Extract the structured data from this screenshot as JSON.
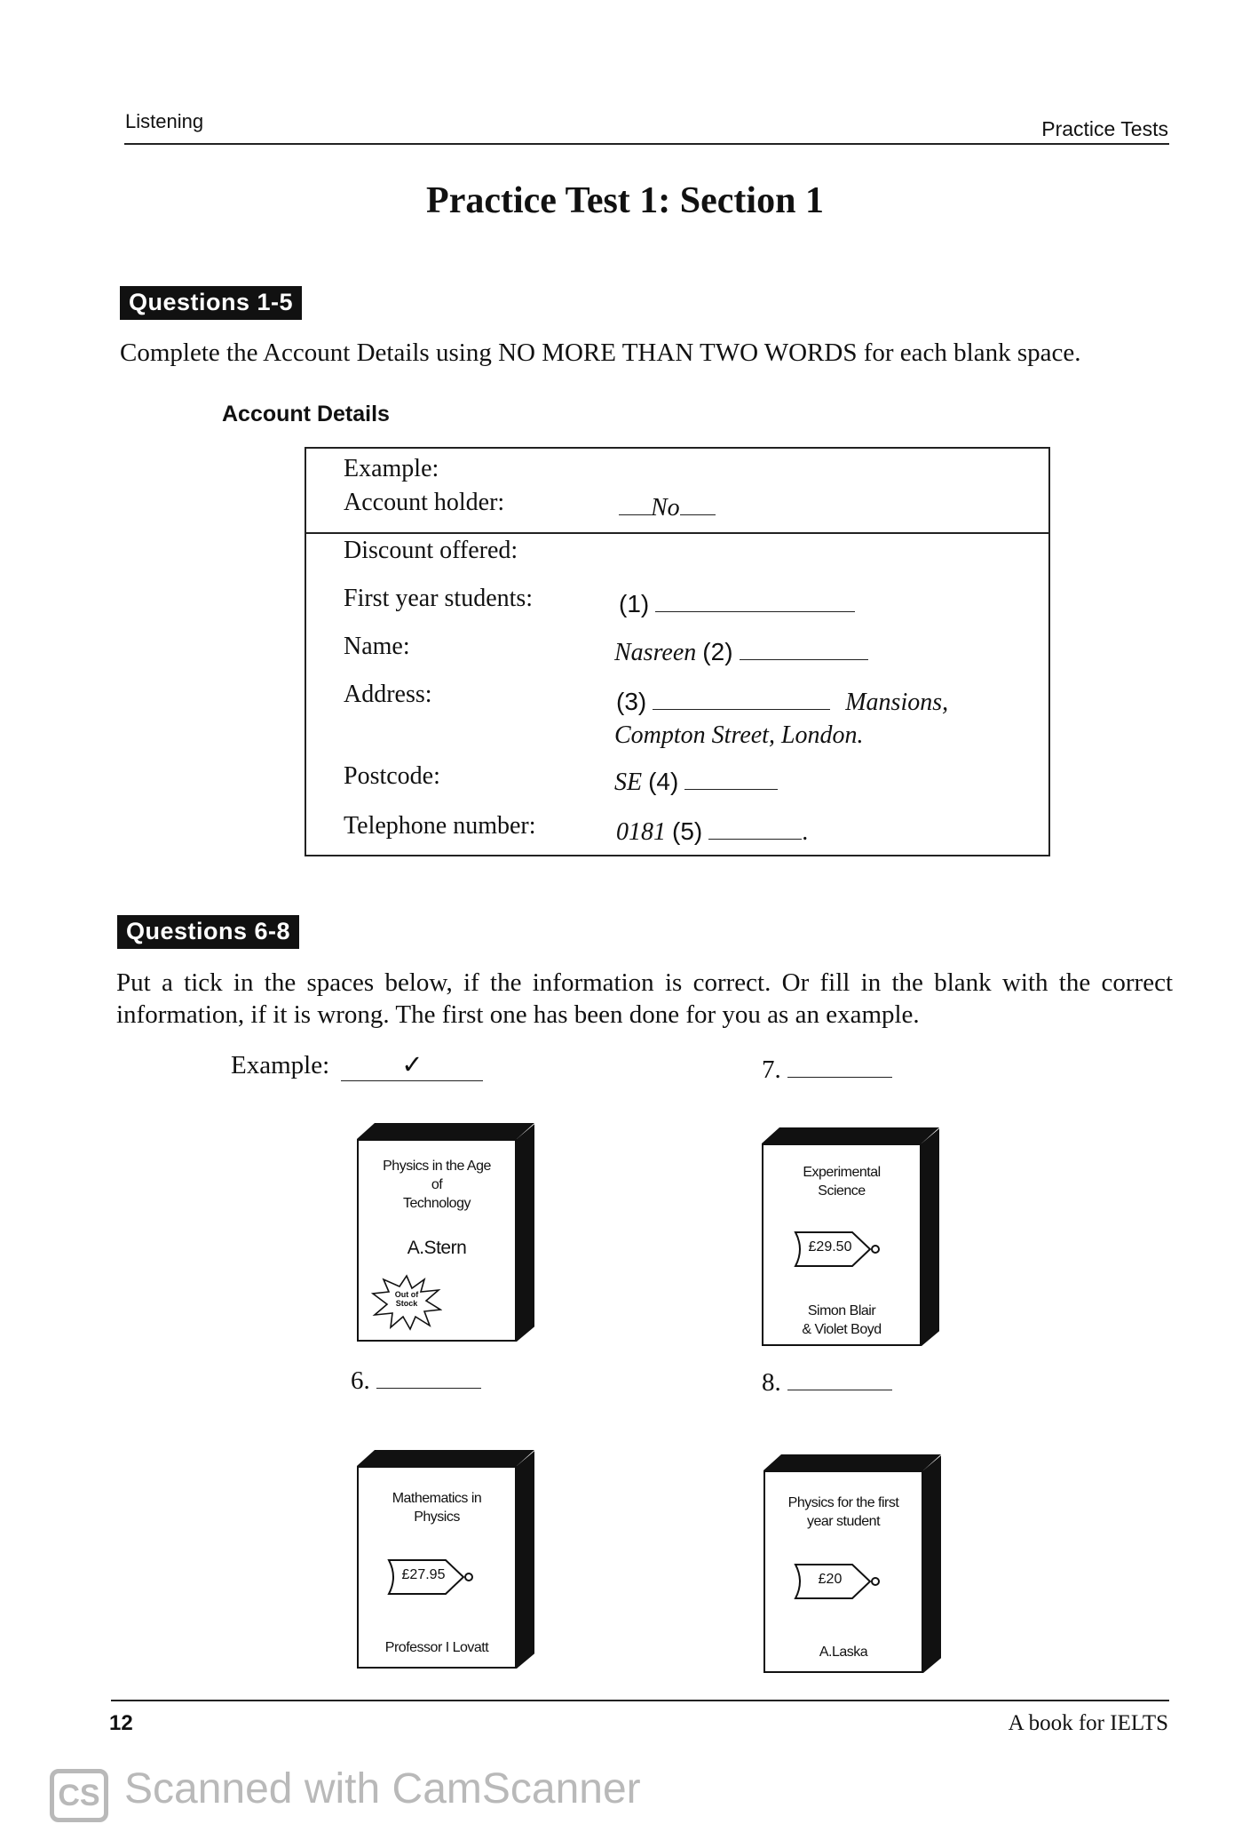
{
  "header": {
    "left": "Listening",
    "right": "Practice Tests"
  },
  "title": "Practice Test 1: Section 1",
  "section1": {
    "label": "Questions 1-5",
    "instruction": "Complete the Account Details using NO MORE THAN TWO WORDS for each blank space.",
    "subheading": "Account Details",
    "example_label": "Example:",
    "example_row": {
      "label": "Account holder:",
      "value": "No"
    },
    "rows": [
      {
        "label": "Discount offered:"
      },
      {
        "label": "First year students:",
        "num": "(1)"
      },
      {
        "label": "Name:",
        "prefix": "Nasreen",
        "num": "(2)"
      },
      {
        "label": "Address:",
        "num": "(3)",
        "suffix": "Mansions,",
        "line2": "Compton Street, London."
      },
      {
        "label": "Postcode:",
        "prefix": "SE",
        "num": "(4)"
      },
      {
        "label": "Telephone number:",
        "prefix": "0181",
        "num": "(5)",
        "suffix": "."
      }
    ]
  },
  "section2": {
    "label": "Questions 6-8",
    "instruction": "Put a tick in the spaces below, if the information is correct. Or fill in the blank with the correct information, if it is wrong. The first one has been done for you as an example.",
    "example_label": "Example:",
    "example_mark": "✓",
    "items": [
      {
        "num": "7."
      },
      {
        "num": "6."
      },
      {
        "num": "8."
      }
    ],
    "books": [
      {
        "title_l1": "Physics in the Age",
        "title_l2": "of",
        "title_l3": "Technology",
        "author": "A.Stern",
        "badge_l1": "Out of",
        "badge_l2": "Stock"
      },
      {
        "title_l1": "Experimental",
        "title_l2": "Science",
        "price": "£29.50",
        "author_l1": "Simon Blair",
        "author_l2": "& Violet Boyd"
      },
      {
        "title_l1": "Mathematics in",
        "title_l2": "Physics",
        "price": "£27.95",
        "author": "Professor I Lovatt"
      },
      {
        "title_l1": "Physics for the first",
        "title_l2": "year student",
        "price": "£20",
        "author": "A.Laska"
      }
    ]
  },
  "footer": {
    "page_number": "12",
    "book_title": "A book for IELTS"
  },
  "watermark": {
    "icon": "CS",
    "text": "Scanned with CamScanner"
  }
}
